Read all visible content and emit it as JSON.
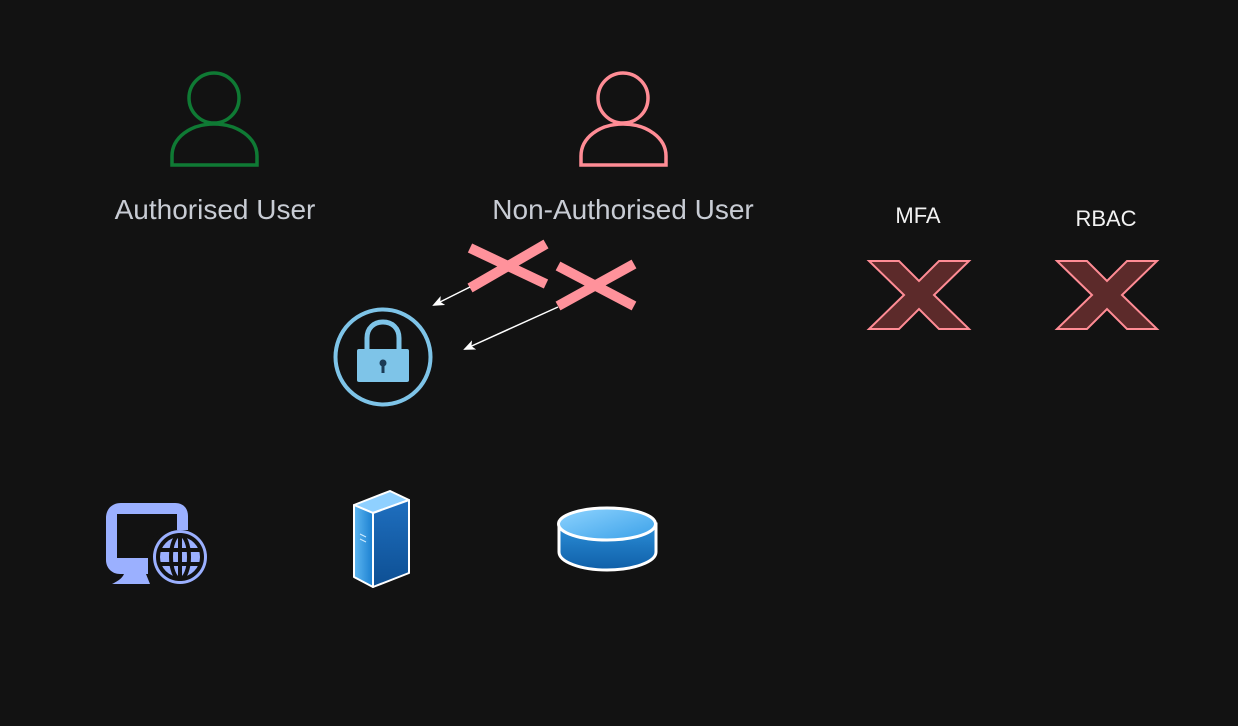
{
  "actors": {
    "authorised": {
      "label": "Authorised User",
      "icon": "user-icon",
      "color": "#0f7a34"
    },
    "non_authorised": {
      "label": "Non-Authorised User",
      "icon": "user-icon",
      "color": "#ff8c95"
    }
  },
  "controls": {
    "mfa": {
      "label": "MFA",
      "status_icon": "x-mark-icon",
      "status": "blocked"
    },
    "rbac": {
      "label": "RBAC",
      "status_icon": "x-mark-icon",
      "status": "blocked"
    }
  },
  "resources": [
    {
      "name": "web-client",
      "icon": "web-monitor-globe-icon"
    },
    {
      "name": "server",
      "icon": "server-tower-icon"
    },
    {
      "name": "database",
      "icon": "database-icon"
    }
  ],
  "gate": {
    "icon": "padlock-icon"
  },
  "colors": {
    "background": "#121212",
    "label_text": "#c8ccd4",
    "deny_cross": "#ff929b",
    "control_cross_fill": "#5c2a2a",
    "control_cross_stroke": "#ff8c95",
    "lock_ring": "#7ec4e8",
    "arrow": "#ffffff"
  }
}
